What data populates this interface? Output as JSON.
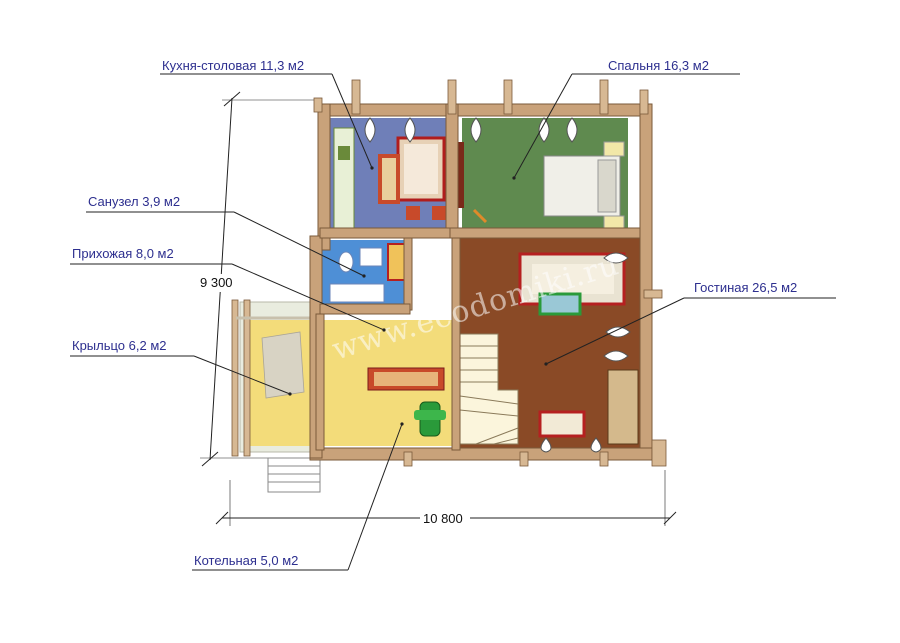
{
  "rooms": {
    "kitchen": "Кухня-столовая 11,3 м2",
    "bedroom": "Спальня 16,3 м2",
    "bathroom": "Санузел 3,9 м2",
    "hall": "Прихожая 8,0 м2",
    "living": "Гостиная 26,5 м2",
    "porch": "Крыльцо 6,2 м2",
    "boiler": "Котельная 5,0 м2"
  },
  "dimensions": {
    "depth": "9 300",
    "width": "10 800"
  },
  "watermark": "www.ecodomiki.ru",
  "colors": {
    "label_text": "#2d2f8f",
    "kitchen_floor": "#6f7fb8",
    "bedroom_floor": "#5f8a4f",
    "bathroom_floor": "#4e8fd6",
    "hall_floor": "#f3dc7a",
    "living_floor": "#8a4a26",
    "porch_floor": "#f3dc7a",
    "wall_log": "#c9a27a"
  }
}
